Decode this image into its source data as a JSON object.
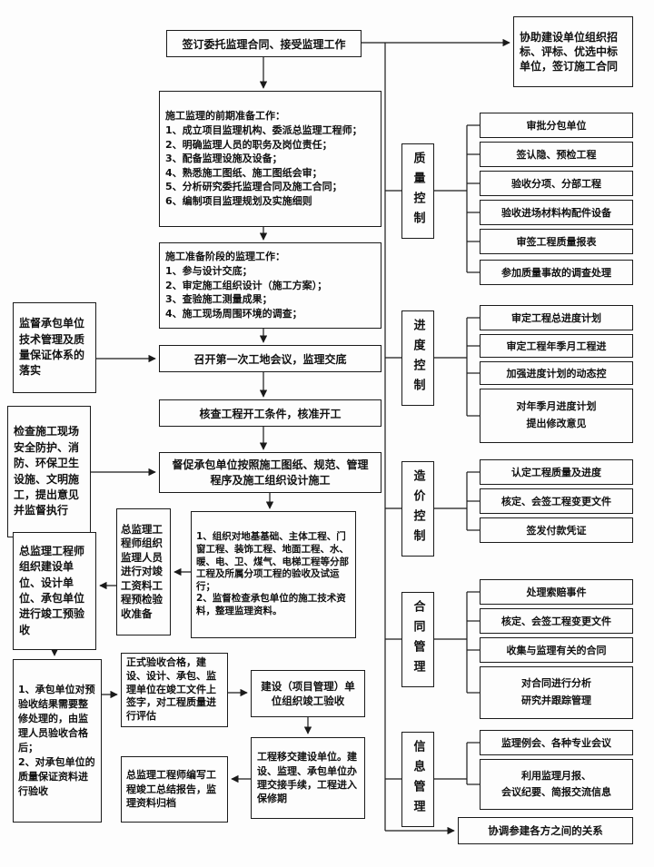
{
  "flow": {
    "top": "签订委托监理合同、接受监理工作",
    "assist": "协助建设单位组织招标、评标、优选中标单位，签订施工合同",
    "prep": "施工监理的前期准备工作：\n1、成立项目监理机构、委派总监理工程师；\n2、明确监理人员的职务及岗位责任；\n3、配备监理设施及设备；\n4、熟悉施工图纸、施工图纸会审；\n5、分析研究委托监理合同及施工合同；\n6、编制项目监理规划及实施细则",
    "ready": "施工准备阶段的监理工作：\n1、参与设计交底；\n2、审定施工组织设计（施工方案）；\n3、查验施工测量成果；\n4、施工现场周围环境的调查；",
    "meeting": "召开第一次工地会议，监理交底",
    "check_start": "核查工程开工条件，核准开工",
    "supervise": "督促承包单位按照施工图纸、规范、管理程序及施工组织设计施工",
    "acceptance": "1、组织对地基基础、主体工程、门窗工程、装饰工程、地面工程、水、暖、电、卫、煤气、电梯工程等分部工程及所属分项工程的验收及试运行；\n2、监督检查承包单位的施工技术资料，整理监理资料。"
  },
  "left": {
    "tech": "监督承包单位技术管理及质量保证体系的落实",
    "site": "检查施工现场安全防护、消防、环保卫生设施、文明施工，提出意见并监督执行",
    "preaccept": "总监理工程师组织建设单位、设计单位、承包单位进行竣工预验收",
    "prepcheck": "总监理工程师组织监理人员进行对竣工资料工程预检验收准备"
  },
  "bottom": {
    "fix": "1、承包单位对预验收结果需要整修处理的，由监理人员验收合格后；\n2、对承包单位的质量保证资料进行验收",
    "formal": "正式验收合格，建设、设计、承包、监理单位在竣工文件上签字，对工程质量进行评估",
    "organize": "建设（项目管理）单位组织竣工验收",
    "handover": "工程移交建设单位。建设、监理、承包单位办理交接手续，工程进入保修期",
    "report": "总监理工程师编写工程竣工总结报告，监理资料归档",
    "coordinate": "协调参建各方之间的关系"
  },
  "categories": [
    {
      "label": "质量控制",
      "items": [
        "审批分包单位",
        "签认隐、预检工程",
        "验收分项、分部工程",
        "验收进场材料构配件设备",
        "审签工程质量报表",
        "参加质量事故的调查处理"
      ]
    },
    {
      "label": "进度控制",
      "items": [
        "审定工程总进度计划",
        "审定工程年季月工程进",
        "加强进度计划的动态控",
        "对年季月进度计划\n提出修改意见"
      ]
    },
    {
      "label": "造价控制",
      "items": [
        "认定工程质量及进度",
        "核定、会签工程变更文件",
        "签发付款凭证"
      ]
    },
    {
      "label": "合同管理",
      "items": [
        "处理索赔事件",
        "核定、会签工程变更文件",
        "收集与监理有关的合同",
        "对合同进行分析\n研究并跟踪管理"
      ]
    },
    {
      "label": "信息管理",
      "items": [
        "监理例会、各种专业会议",
        "利用监理月报、\n会议纪要、简报交流信息"
      ]
    }
  ],
  "colors": {
    "line": "#1a1a1a",
    "background": "#fdfdfd"
  }
}
